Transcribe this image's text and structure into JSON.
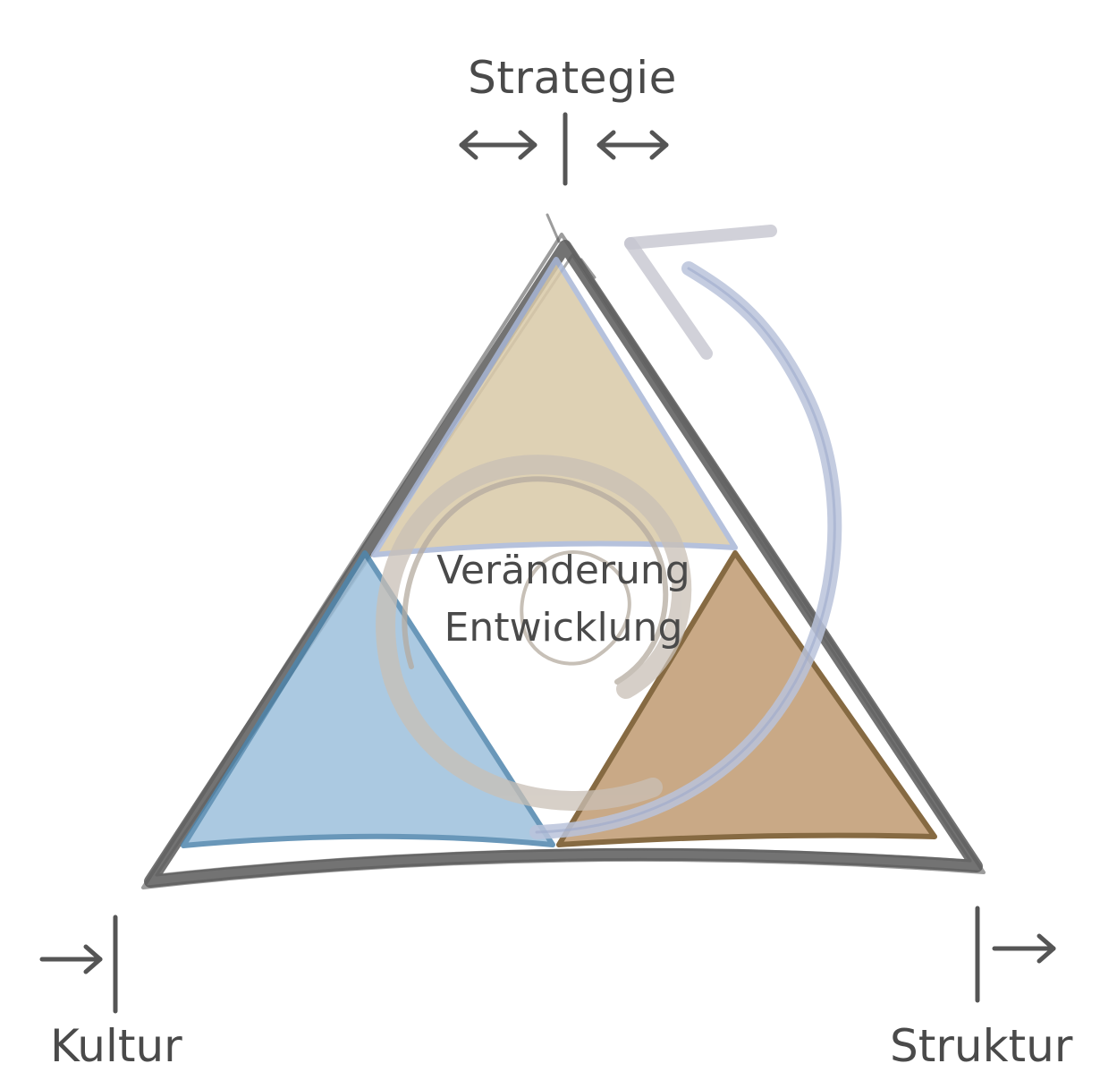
{
  "labels": {
    "top": "Strategie",
    "left": "Kultur",
    "right": "Struktur",
    "center_line1": "Veränderung",
    "center_line2": "Entwicklung"
  },
  "colors": {
    "outline": "#5a5a5a",
    "strategie_fill": "#d9c9a8",
    "kultur_fill": "#9dc0dc",
    "kultur_edge": "#4f86ad",
    "struktur_fill": "#c4a07a",
    "struktur_edge": "#7a5a2e",
    "spiral": "#c9c0b6",
    "cycle_arrow": "#bac3da",
    "text": "#4a4a4a"
  },
  "icons": {
    "top_marker": "double-arrow-both-sides-of-bar",
    "left_marker": "arrow-into-bar",
    "right_marker": "arrow-out-of-bar"
  }
}
